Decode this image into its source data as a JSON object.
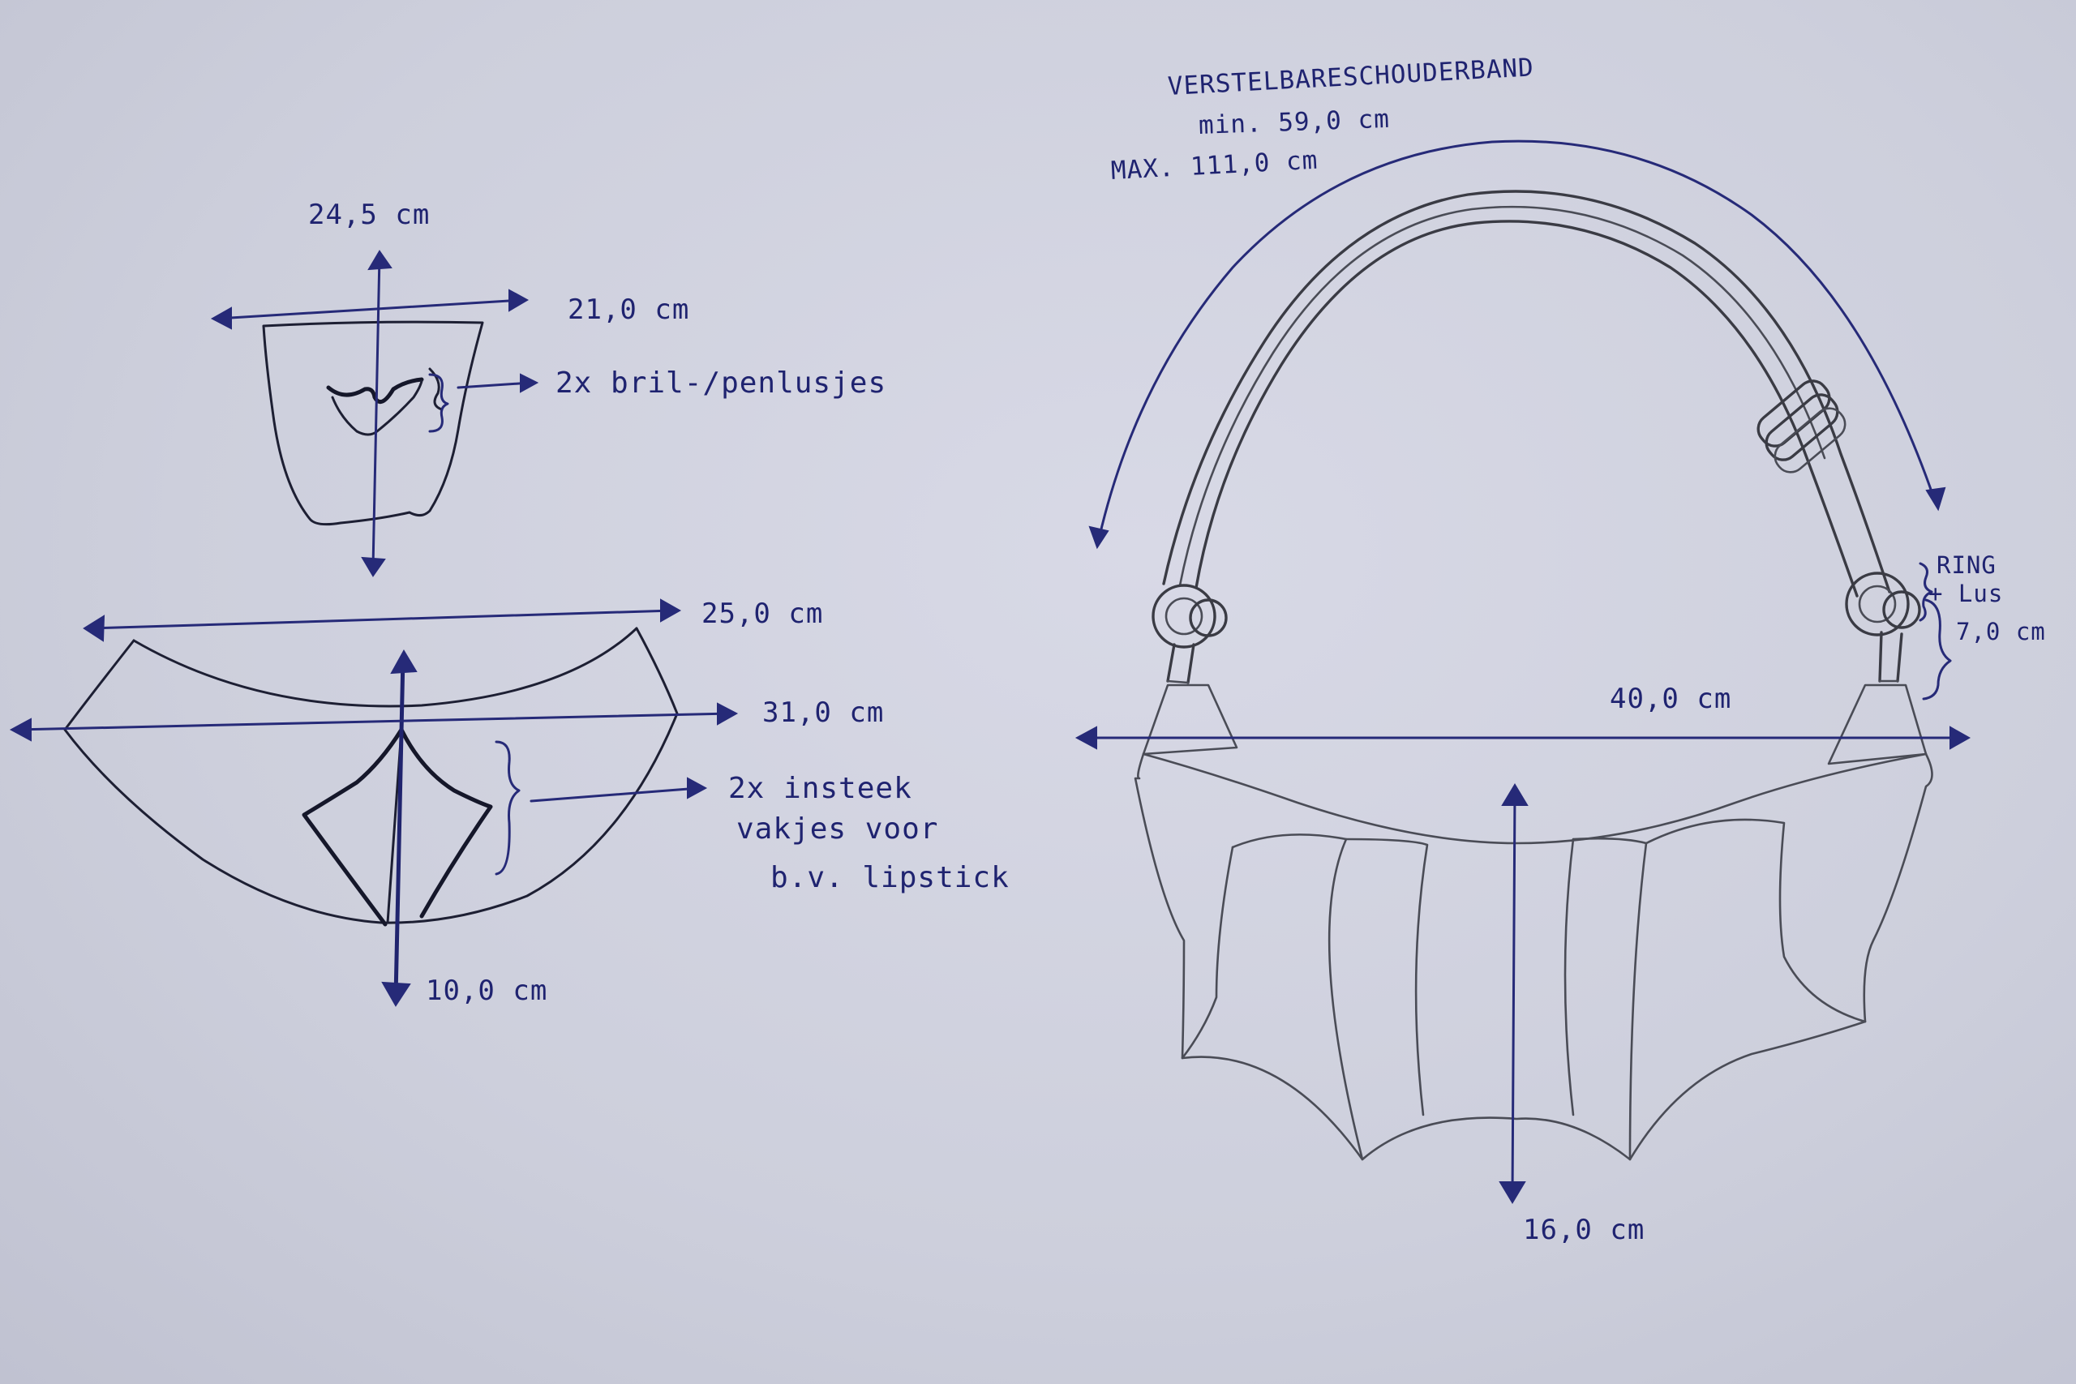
{
  "strap": {
    "title": "VERSTELBARESCHOUDERBAND",
    "min": "min. 59,0 cm",
    "max": "MAX. 111,0 cm"
  },
  "small_pocket": {
    "height": "24,5 cm",
    "width": "21,0 cm",
    "note": "2x bril-/penlusjes"
  },
  "front_panel": {
    "top_width": "25,0 cm",
    "width": "31,0 cm",
    "note_line1": "2x insteek",
    "note_line2": "vakjes voor",
    "note_line3": "b.v. lipstick",
    "height": "10,0 cm"
  },
  "bag": {
    "ring_line1": "RING",
    "ring_line2": "+ Lus",
    "ring_size": "7,0 cm",
    "width": "40,0 cm",
    "height": "16,0 cm"
  },
  "colors": {
    "paper": "#cdcfdc",
    "pen": "#262a78",
    "pencil": "#4a4c56"
  }
}
